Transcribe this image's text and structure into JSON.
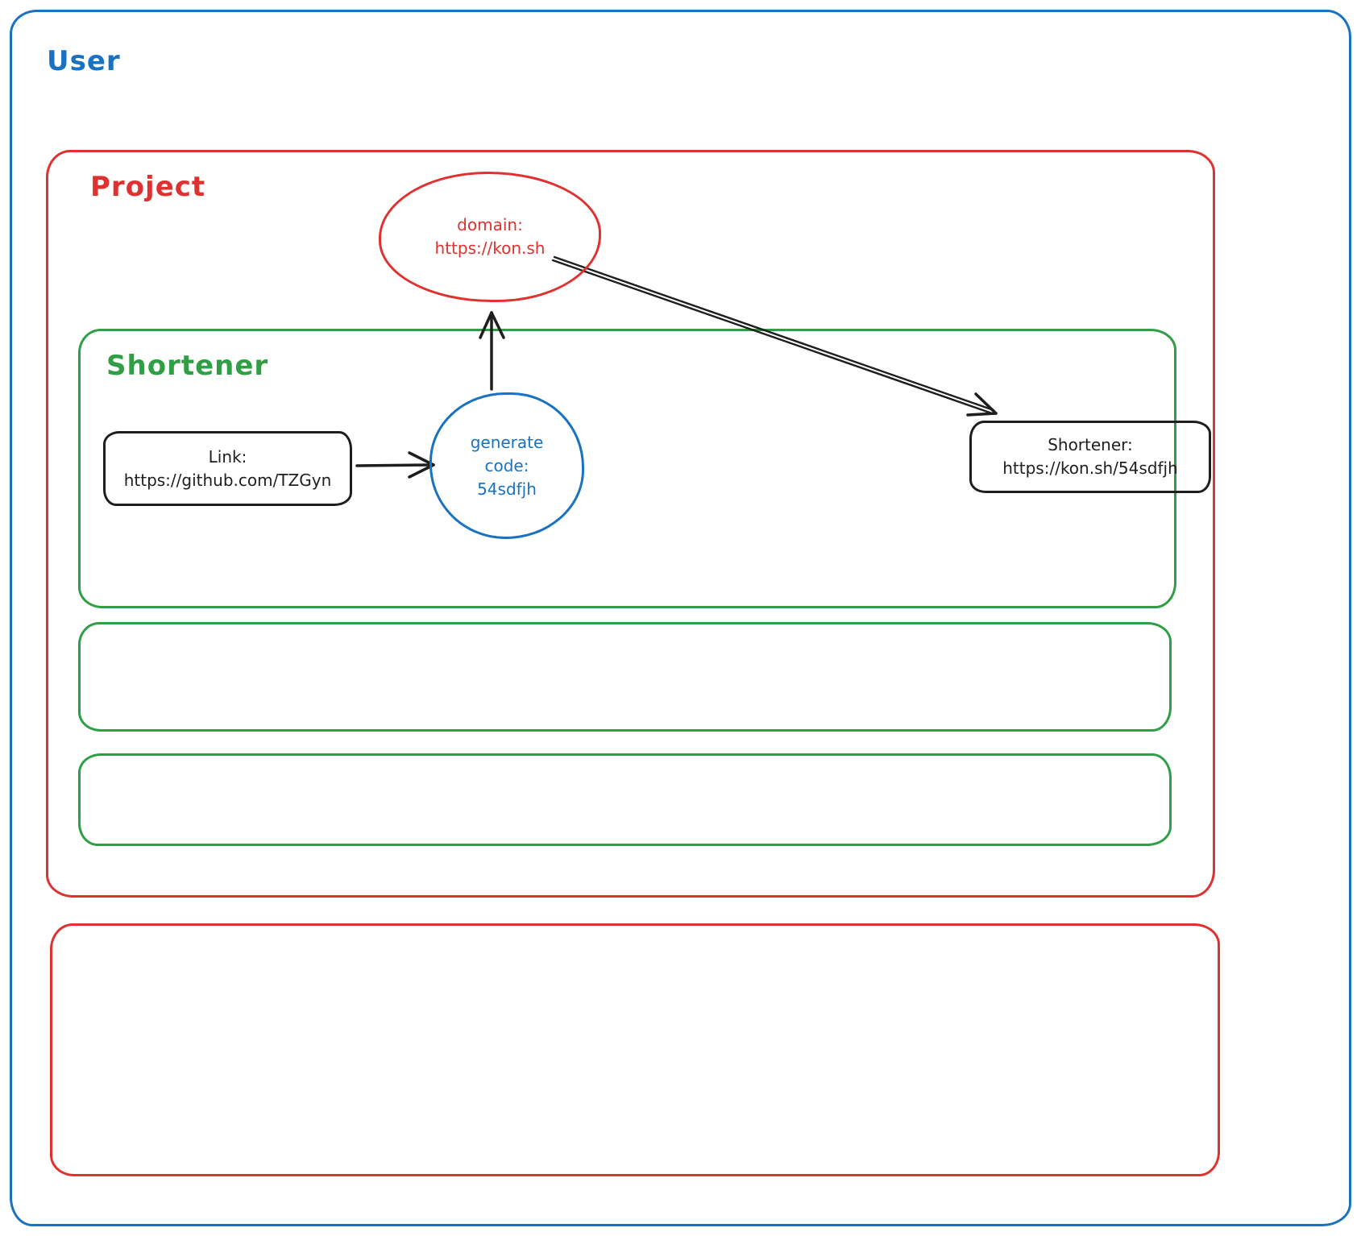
{
  "diagram": {
    "containers": {
      "user": {
        "label": "User"
      },
      "project": {
        "label": "Project"
      },
      "shortener": {
        "label": "Shortener"
      }
    },
    "nodes": {
      "link": {
        "line1": "Link:",
        "line2": "https://github.com/TZGyn"
      },
      "generate_code": {
        "line1": "generate",
        "line2": "code:",
        "line3": "54sdfjh"
      },
      "domain": {
        "line1": "domain:",
        "line2": "https://kon.sh"
      },
      "result": {
        "line1": "Shortener:",
        "line2": "https://kon.sh/54sdfjh"
      }
    },
    "arrows": [
      {
        "name": "link-to-generate-code",
        "direction": "right"
      },
      {
        "name": "generate-code-to-domain",
        "direction": "up"
      },
      {
        "name": "domain-to-result",
        "direction": "down-right"
      }
    ],
    "colors": {
      "blue": "#1971c2",
      "red": "#e03131",
      "green": "#2f9e44",
      "black": "#1e1e1e",
      "background": "#ffffff"
    }
  }
}
